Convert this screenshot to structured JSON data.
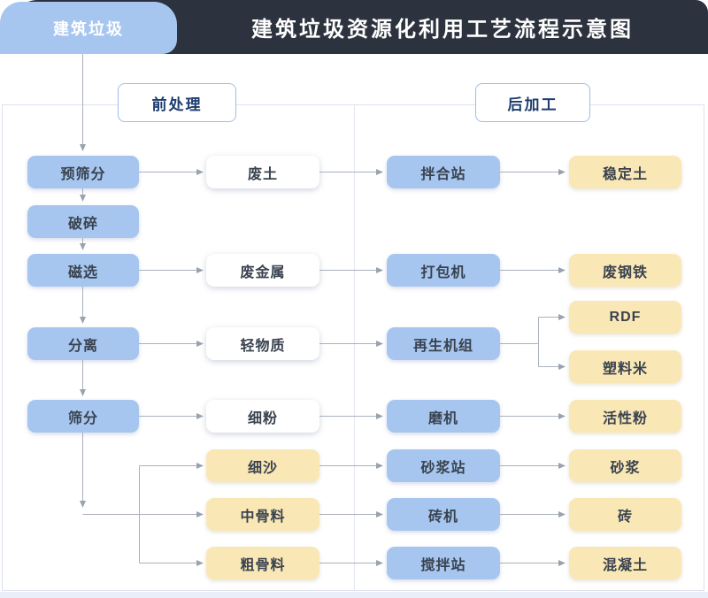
{
  "header": {
    "tab_label": "建筑垃圾",
    "title": "建筑垃圾资源化利用工艺流程示意图"
  },
  "sections": {
    "pre": "前处理",
    "post": "后加工"
  },
  "nodes": {
    "pre_screening": "预筛分",
    "crushing": "破碎",
    "magnetic_separation": "磁选",
    "separation": "分离",
    "screening": "筛分",
    "waste_soil": "废土",
    "waste_metal": "废金属",
    "light_material": "轻物质",
    "fine_powder": "细粉",
    "fine_sand": "细沙",
    "medium_aggregate": "中骨料",
    "coarse_aggregate": "粗骨料",
    "mixing_plant": "拌合站",
    "baler": "打包机",
    "regeneration_unit": "再生机组",
    "mill": "磨机",
    "mortar_plant": "砂浆站",
    "brick_machine": "砖机",
    "concrete_plant": "搅拌站",
    "stabilized_soil": "稳定土",
    "scrap_steel": "废钢铁",
    "rdf": "RDF",
    "plastic_pellets": "塑料米",
    "active_powder": "活性粉",
    "mortar": "砂浆",
    "brick": "砖",
    "concrete": "混凝土"
  },
  "edges": [
    {
      "from": "建筑垃圾",
      "to": "预筛分"
    },
    {
      "from": "预筛分",
      "to": "破碎"
    },
    {
      "from": "破碎",
      "to": "磁选"
    },
    {
      "from": "磁选",
      "to": "分离"
    },
    {
      "from": "分离",
      "to": "筛分"
    },
    {
      "from": "预筛分",
      "to": "废土"
    },
    {
      "from": "废土",
      "to": "拌合站"
    },
    {
      "from": "拌合站",
      "to": "稳定土"
    },
    {
      "from": "磁选",
      "to": "废金属"
    },
    {
      "from": "废金属",
      "to": "打包机"
    },
    {
      "from": "打包机",
      "to": "废钢铁"
    },
    {
      "from": "分离",
      "to": "轻物质"
    },
    {
      "from": "轻物质",
      "to": "再生机组"
    },
    {
      "from": "再生机组",
      "to": "RDF"
    },
    {
      "from": "再生机组",
      "to": "塑料米"
    },
    {
      "from": "筛分",
      "to": "细粉"
    },
    {
      "from": "细粉",
      "to": "磨机"
    },
    {
      "from": "磨机",
      "to": "活性粉"
    },
    {
      "from": "筛分",
      "to": "细沙"
    },
    {
      "from": "筛分",
      "to": "中骨料"
    },
    {
      "from": "筛分",
      "to": "粗骨料"
    },
    {
      "from": "细沙",
      "to": "砂浆站"
    },
    {
      "from": "砂浆站",
      "to": "砂浆"
    },
    {
      "from": "中骨料",
      "to": "砖机"
    },
    {
      "from": "砖机",
      "to": "砖"
    },
    {
      "from": "粗骨料",
      "to": "搅拌站"
    },
    {
      "from": "搅拌站",
      "to": "混凝土"
    }
  ],
  "colors": {
    "header_dark": "#2c323e",
    "tab_blue": "#a6c6f0",
    "process_blue": "#a6c6f0",
    "product_yellow": "#fae7b6",
    "intermediate_white": "#ffffff",
    "section_border": "#9fbde9",
    "section_text": "#1d3c6e",
    "panel_border": "#dfe2ee",
    "connector_gray": "#abb1bc",
    "node_text": "#39424e"
  }
}
